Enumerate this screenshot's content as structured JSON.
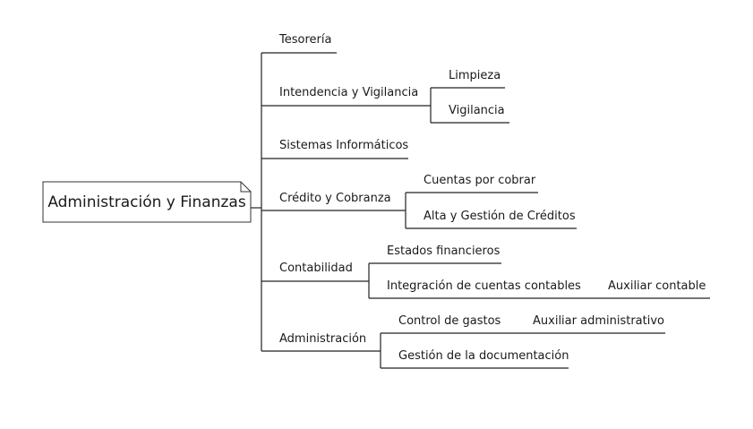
{
  "root": {
    "label": "Administración y Finanzas"
  },
  "branches": [
    {
      "label": "Tesorería"
    },
    {
      "label": "Intendencia y Vigilancia",
      "children": [
        {
          "label": "Limpieza"
        },
        {
          "label": "Vigilancia"
        }
      ]
    },
    {
      "label": "Sistemas Informáticos"
    },
    {
      "label": "Crédito y Cobranza",
      "children": [
        {
          "label": "Cuentas por cobrar"
        },
        {
          "label": "Alta y Gestión de Créditos"
        }
      ]
    },
    {
      "label": "Contabilidad",
      "children": [
        {
          "label": "Estados financieros"
        },
        {
          "label": "Integración de cuentas contables",
          "children": [
            {
              "label": "Auxiliar contable"
            }
          ]
        }
      ]
    },
    {
      "label": "Administración",
      "children": [
        {
          "label": "Control de gastos",
          "children": [
            {
              "label": "Auxiliar administrativo"
            }
          ]
        },
        {
          "label": "Gestión de la documentación"
        }
      ]
    }
  ]
}
